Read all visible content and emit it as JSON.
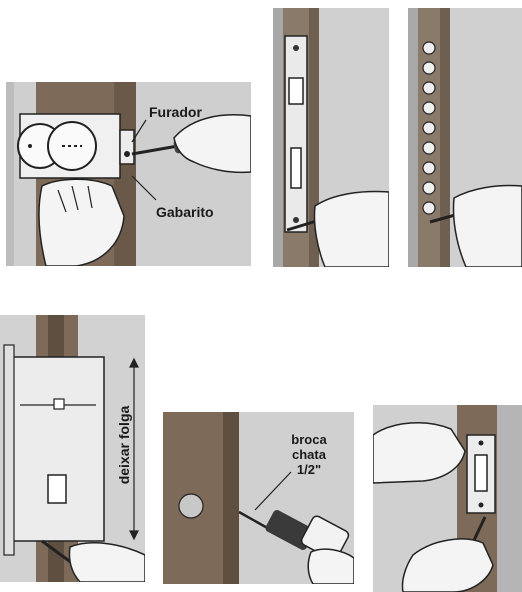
{
  "panels": {
    "marking": {
      "label_furador": "Furador",
      "label_gabarito": "Gabarito"
    },
    "mortise": {
      "label_clearance": "deixar folga"
    },
    "drilling": {
      "label_bit_line1": "broca",
      "label_bit_line2": "chata",
      "label_bit_line3": "1/2\""
    }
  },
  "colors": {
    "background": "#ffffff",
    "panel_gray": "#d2d2d2",
    "wood": "#7d6a58",
    "wood_dark": "#5f4f40",
    "metal": "#e8e8e8",
    "outline": "#222222",
    "skin": "#f4f4f4"
  }
}
